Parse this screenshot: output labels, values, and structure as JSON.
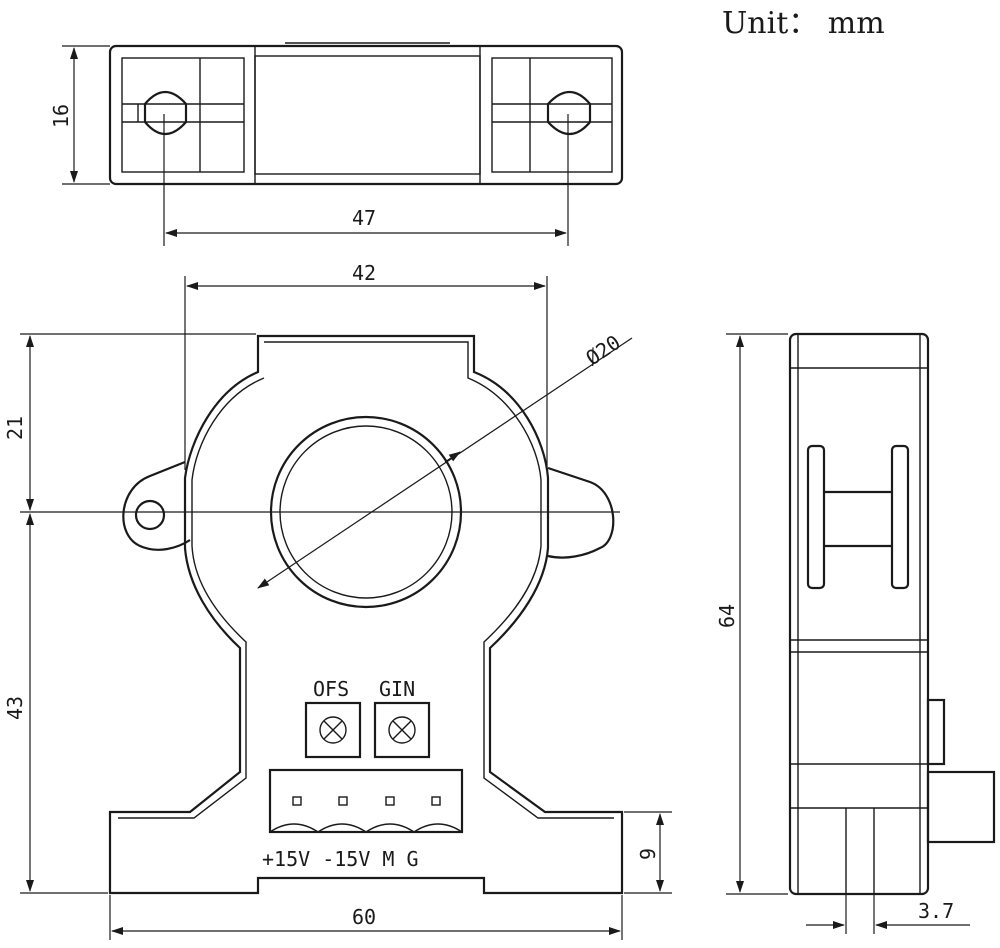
{
  "unit_label": "Unit： mm",
  "dimensions": {
    "top_height": "16",
    "top_hole_pitch": "47",
    "front_width_upper": "42",
    "hole_diameter": "Ø20",
    "upper_height": "21",
    "lower_height": "43",
    "base_height": "9",
    "base_width": "60",
    "side_height": "64",
    "side_pin": "3.7"
  },
  "labels": {
    "ofs": "OFS",
    "gin": "GIN",
    "pins": "+15V -15V M G"
  },
  "icons": {
    "potentiometer": "circle-cross-icon",
    "terminal_pin": "square-pin-icon"
  }
}
